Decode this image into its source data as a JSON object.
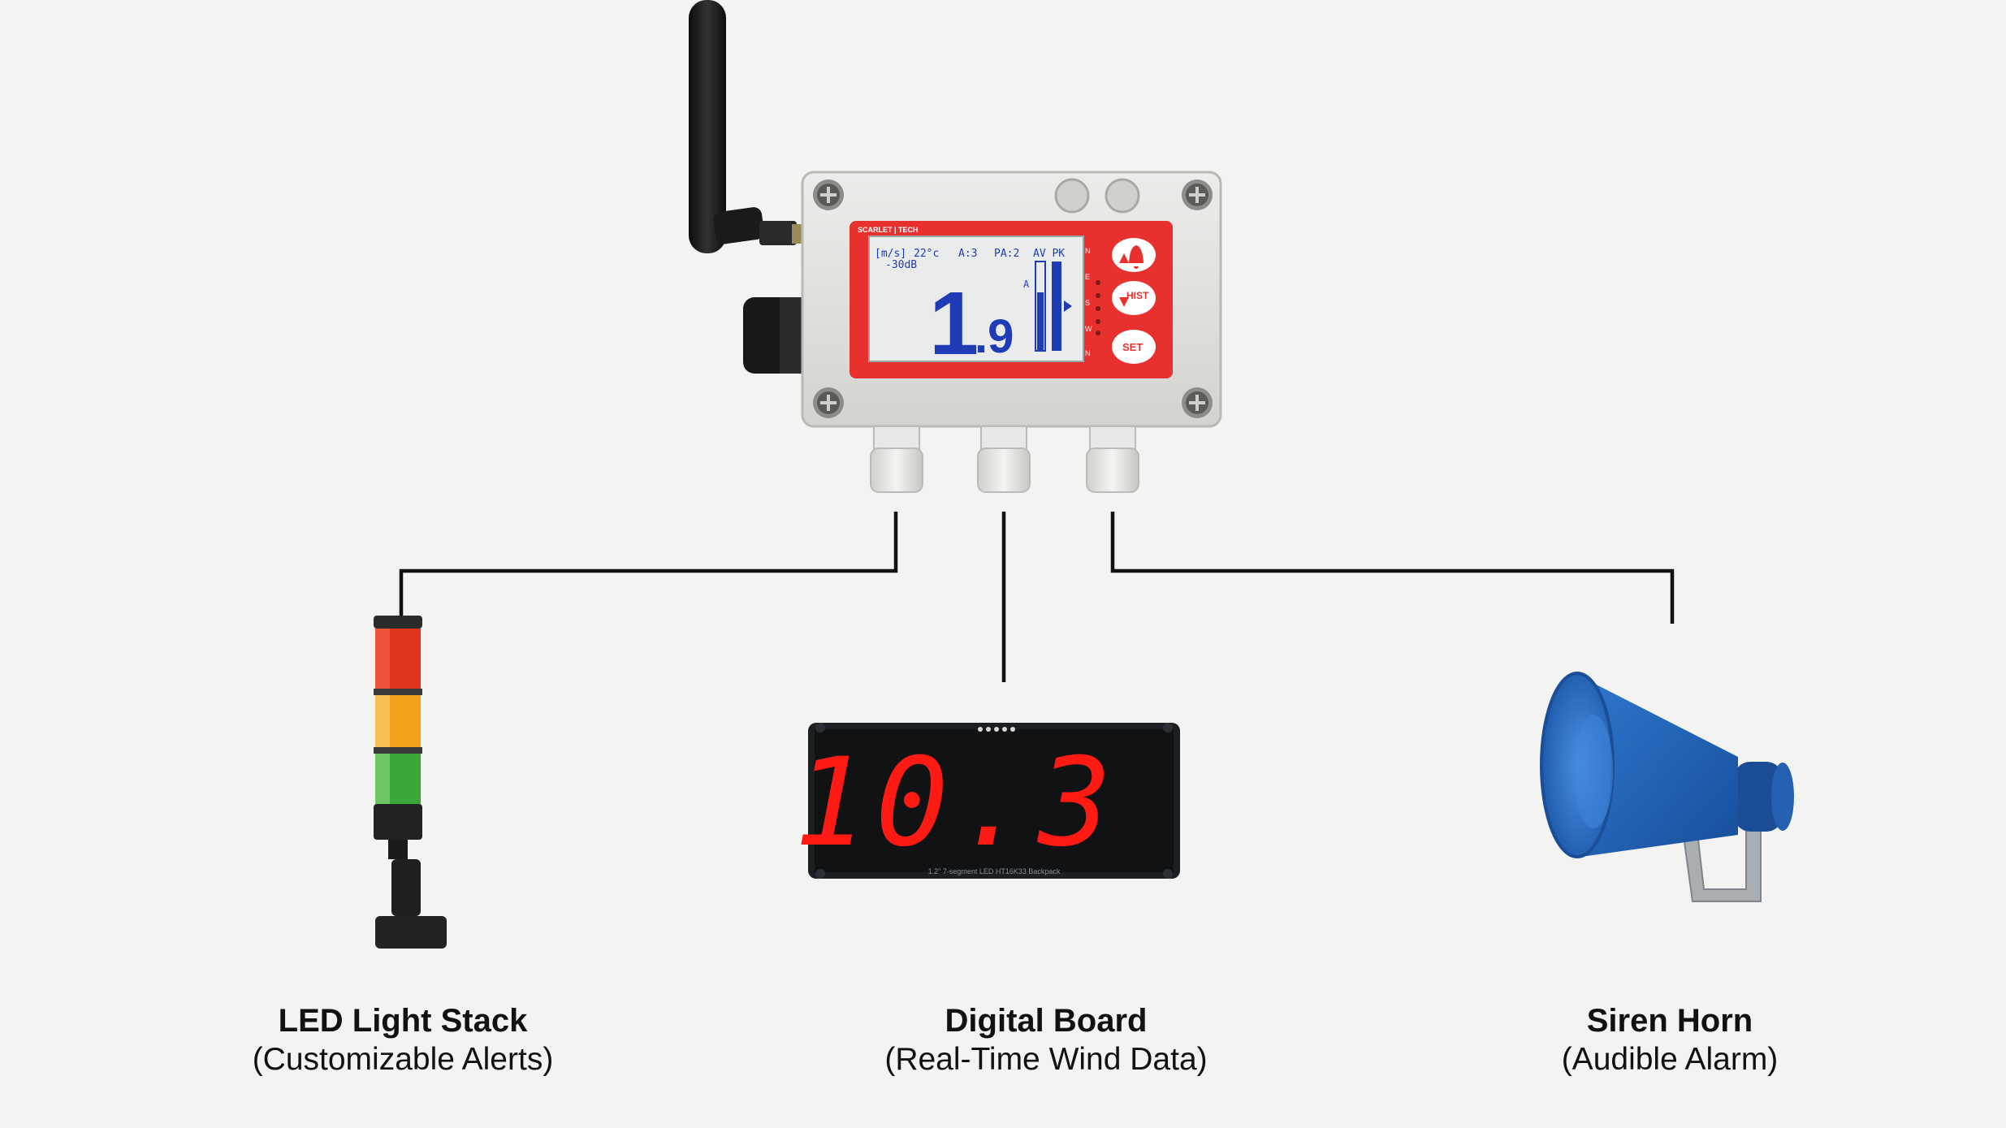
{
  "device": {
    "brand": "SCARLET | TECH",
    "lcd": {
      "unit": "[m/s]",
      "temperature": "22°c",
      "alarm": "A:3",
      "pre_alarm": "PA:2",
      "av_pk": "AV PK",
      "db": "-30dB",
      "reading_main": "1",
      "reading_decimal": ".9",
      "bar_marker": "A"
    },
    "compass_labels": [
      "N",
      "E",
      "S",
      "W",
      "N"
    ],
    "buttons": {
      "alarm_label": "",
      "hist_label": "HIST",
      "set_label": "SET"
    },
    "colors": {
      "panel_red": "#e8312f",
      "lcd_blue": "#1f3bb5",
      "lcd_bg": "#e9ecea"
    }
  },
  "digital_board": {
    "display_value": "10.3",
    "footer_text": "1.2\" 7-segment LED HT16K33 Backpack",
    "led_color": "#ff1a14"
  },
  "outputs": [
    {
      "title": "LED Light Stack",
      "subtitle": "(Customizable Alerts)"
    },
    {
      "title": "Digital Board",
      "subtitle": "(Real-Time Wind Data)"
    },
    {
      "title": "Siren Horn",
      "subtitle": "(Audible Alarm)"
    }
  ],
  "colors": {
    "background": "#f3f3f2",
    "wire": "#111111",
    "siren_blue": "#1f5fb4"
  }
}
